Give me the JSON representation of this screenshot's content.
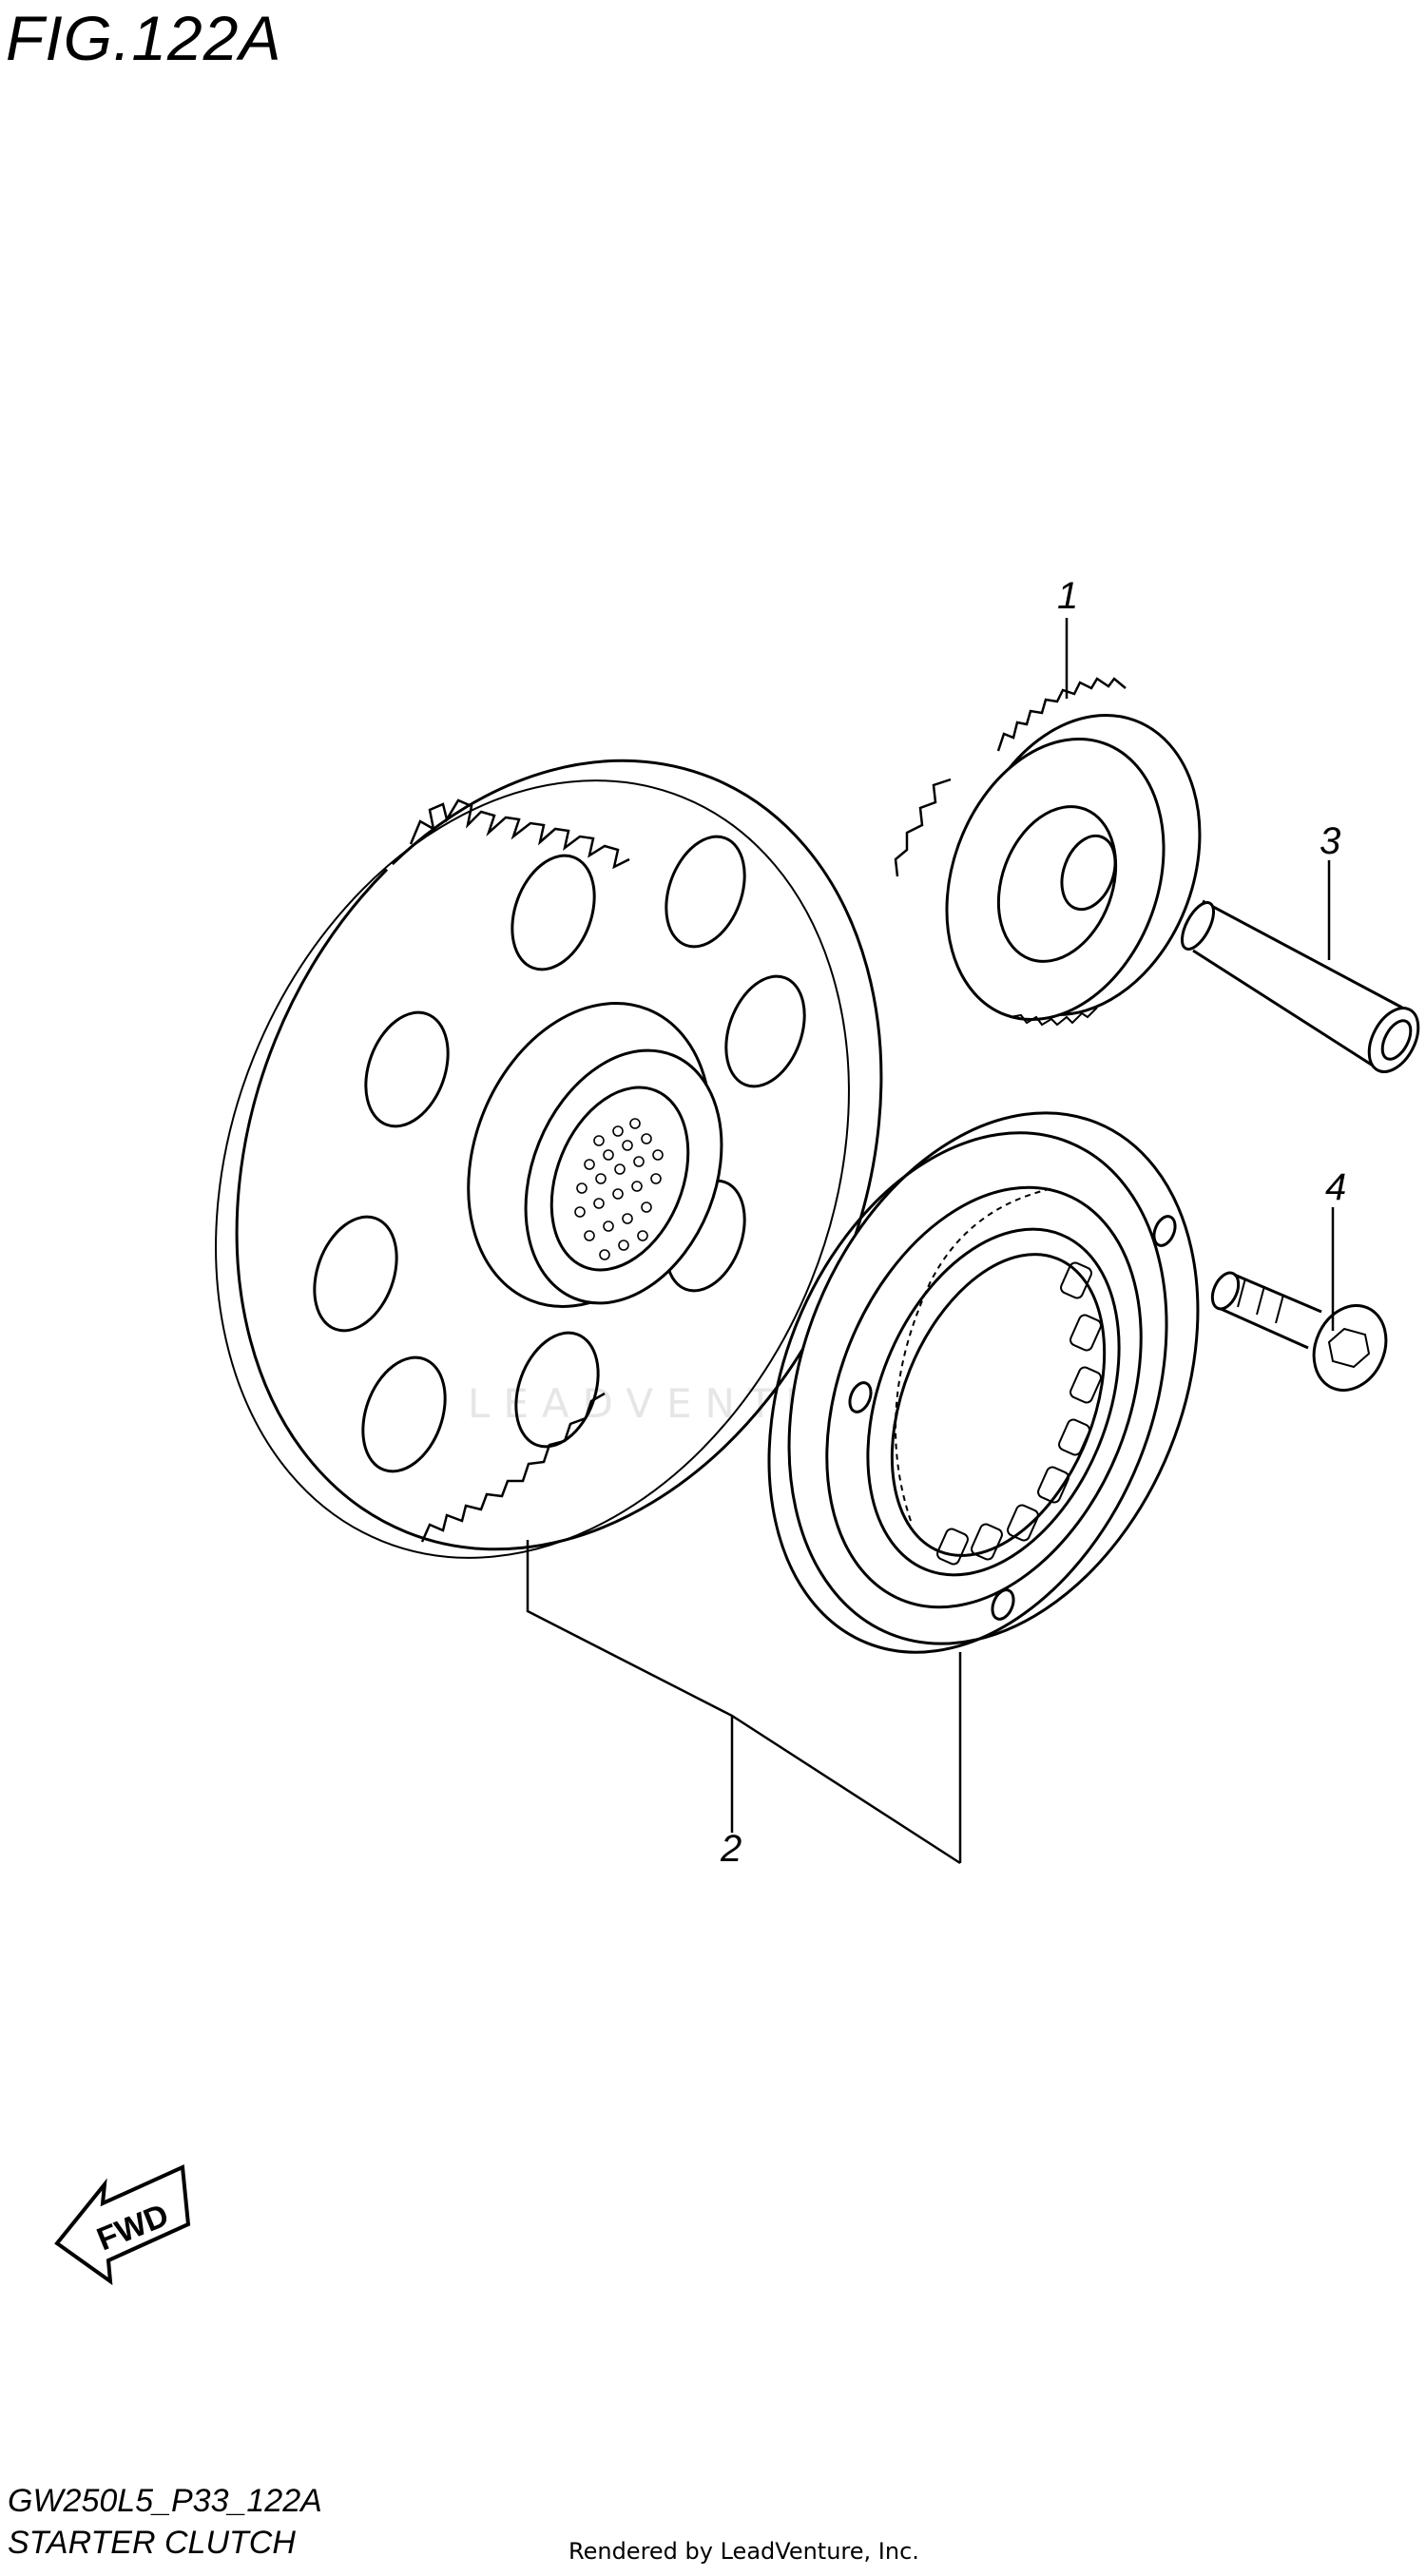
{
  "figure": {
    "title": "FIG.122A"
  },
  "footer": {
    "code": "GW250L5_P33_122A",
    "name": "STARTER CLUTCH",
    "rendered_by": "Rendered by LeadVenture, Inc."
  },
  "watermark": "LEADVENTURE",
  "direction_arrow": {
    "label": "FWD"
  },
  "callouts": [
    "1",
    "2",
    "3",
    "4"
  ]
}
